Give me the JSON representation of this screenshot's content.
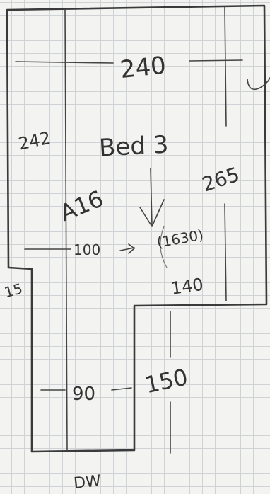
{
  "plan": {
    "room_name": "Bed 3",
    "code": "A16",
    "dimensions": {
      "top_width": "240",
      "left_height": "242",
      "right_height": "265",
      "mid_width": "100",
      "arrow_note": "(1630)",
      "step_width": "140",
      "left_offset": "15",
      "bottom_width": "90",
      "bottom_height": "150",
      "door_label": "DW"
    }
  }
}
